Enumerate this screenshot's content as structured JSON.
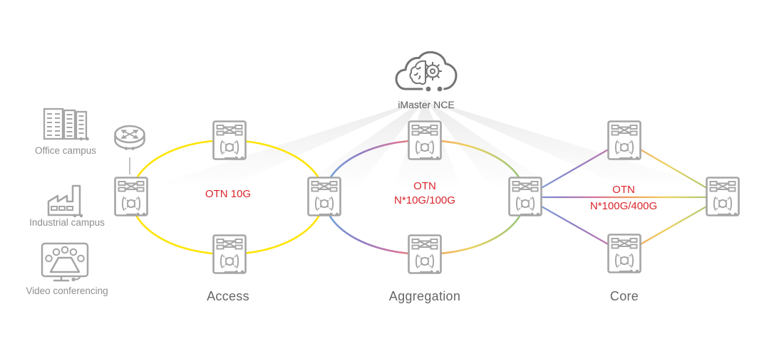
{
  "controller": {
    "label": "iMaster NCE",
    "icon": "cloud-ai-brain-gear-icon"
  },
  "access_sources": [
    {
      "label": "Office campus",
      "icon": "office-building-icon"
    },
    {
      "label": "Industrial campus",
      "icon": "factory-icon"
    },
    {
      "label": "Video conferencing",
      "icon": "video-conferencing-icon"
    }
  ],
  "edge_router": {
    "icon": "router-icon"
  },
  "segments": [
    {
      "name": "Access",
      "topology": "ring",
      "node_count": 4,
      "link_labels": [
        "OTN 10G"
      ],
      "link_color": "#ffe400"
    },
    {
      "name": "Aggregation",
      "topology": "ring",
      "node_count": 4,
      "link_labels": [
        "OTN",
        "N*10G/100G"
      ],
      "link_color": "rainbow"
    },
    {
      "name": "Core",
      "topology": "mesh",
      "node_count": 4,
      "link_labels": [
        "OTN",
        "N*100G/400G"
      ],
      "link_color": "rainbow"
    }
  ],
  "node_icon": "otn-device-icon",
  "colors": {
    "label_red": "#d9252b",
    "ring_yellow": "#ffe400",
    "rainbow": [
      "#6fa8dc",
      "#8e7cc3",
      "#d5739d",
      "#f09a5c",
      "#edd25e",
      "#93c47d"
    ],
    "icon_gray": "#a5a5a5",
    "cloud_gray": "#737373",
    "stage_text_gray": "#666666",
    "caption_gray": "#8f8f8f"
  }
}
